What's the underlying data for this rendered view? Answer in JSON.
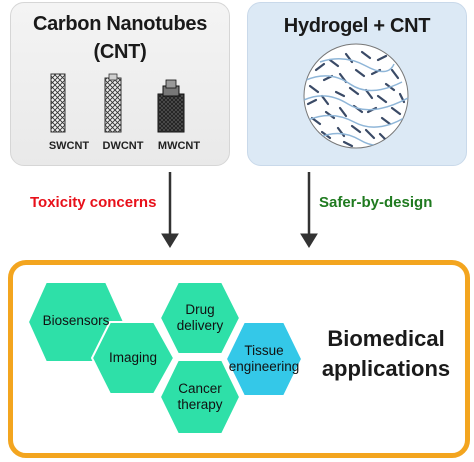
{
  "cnt_panel": {
    "title_line1": "Carbon Nanotubes",
    "title_line2": "(CNT)",
    "tubes": [
      "SWCNT",
      "DWCNT",
      "MWCNT"
    ]
  },
  "gel_panel": {
    "title": "Hydrogel + CNT"
  },
  "arrows": {
    "left_label": "Toxicity concerns",
    "right_label": "Safer-by-design"
  },
  "applications": {
    "heading": "Biomedical applications",
    "heading_line1": "Biomedical",
    "heading_line2": "applications",
    "items": [
      {
        "line1": "Biosensors",
        "line2": ""
      },
      {
        "line1": "Imaging",
        "line2": ""
      },
      {
        "line1": "Drug",
        "line2": "delivery"
      },
      {
        "line1": "Tissue",
        "line2": "engineering"
      },
      {
        "line1": "Cancer",
        "line2": "therapy"
      }
    ]
  },
  "colors": {
    "green": "#2ee0a8",
    "cyan": "#34c8e8",
    "orange": "#f3a51f",
    "red": "#e8101a",
    "darkgreen": "#1f7a1f",
    "arrow": "#333333"
  }
}
